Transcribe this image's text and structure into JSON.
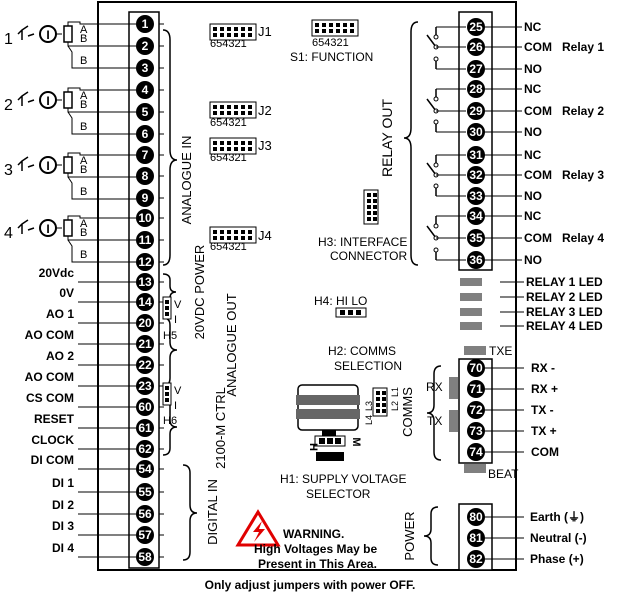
{
  "analogue_sensors": [
    {
      "num": "1",
      "a": "A",
      "b1": "B",
      "b2": "B"
    },
    {
      "num": "2",
      "a": "A",
      "b1": "B",
      "b2": "B"
    },
    {
      "num": "3",
      "a": "A",
      "b1": "B",
      "b2": "B"
    },
    {
      "num": "4",
      "a": "A",
      "b1": "B",
      "b2": "B"
    }
  ],
  "left_terminals": [
    "1",
    "2",
    "3",
    "4",
    "5",
    "6",
    "7",
    "8",
    "9",
    "10",
    "11",
    "12",
    "13",
    "14",
    "20",
    "21",
    "22",
    "23",
    "60",
    "61",
    "62",
    "54",
    "55",
    "56",
    "57",
    "58"
  ],
  "left_labels": {
    "v20": "20Vdc",
    "v0": "0V",
    "ao1": "AO 1",
    "aocom1": "AO COM",
    "ao2": "AO 2",
    "aocom2": "AO COM",
    "cscom": "CS COM",
    "reset": "RESET",
    "clock": "CLOCK",
    "dicom": "DI COM",
    "di1": "DI 1",
    "di2": "DI 2",
    "di3": "DI 3",
    "di4": "DI 4"
  },
  "groups": {
    "analogue_in": "ANALOGUE IN",
    "power_20vdc": "20VDC POWER",
    "analogue_out": "ANALOGUE OUT",
    "ctrl_2100m": "2100-M CTRL",
    "digital_in": "DIGITAL IN",
    "relay_out": "RELAY OUT",
    "comms": "COMMS",
    "power": "POWER"
  },
  "headers": {
    "j1": "J1",
    "j2": "J2",
    "j3": "J3",
    "j4": "J4",
    "pins": "654321",
    "s1_pins": "654321",
    "s1": "S1: FUNCTION",
    "h3_line1": "H3: INTERFACE",
    "h3_line2": "CONNECTOR",
    "h4": "H4: HI LO",
    "h5": "H5",
    "h6": "H6",
    "v": "V",
    "i": "I",
    "h2_line1": "H2: COMMS",
    "h2_line2": "SELECTION",
    "l1": "L1",
    "l2": "L2",
    "l3": "L3",
    "l4": "L4",
    "rx": "RX",
    "tx": "TX",
    "txe": "TXE",
    "beat": "BEAT",
    "h1_line1": "H1: SUPPLY VOLTAGE",
    "h1_line2": "SELECTOR",
    "h1_h": "H",
    "h1_m": "M"
  },
  "relays": [
    {
      "terms": [
        "25",
        "26",
        "27"
      ],
      "nc": "NC",
      "com": "COM",
      "no": "NO",
      "name": "Relay 1"
    },
    {
      "terms": [
        "28",
        "29",
        "30"
      ],
      "nc": "NC",
      "com": "COM",
      "no": "NO",
      "name": "Relay 2"
    },
    {
      "terms": [
        "31",
        "32",
        "33"
      ],
      "nc": "NC",
      "com": "COM",
      "no": "NO",
      "name": "Relay 3"
    },
    {
      "terms": [
        "34",
        "35",
        "36"
      ],
      "nc": "NC",
      "com": "COM",
      "no": "NO",
      "name": "Relay 4"
    }
  ],
  "relay_leds": [
    "RELAY 1 LED",
    "RELAY 2 LED",
    "RELAY 3 LED",
    "RELAY 4 LED"
  ],
  "comms_terms": [
    {
      "num": "70",
      "label": "RX -"
    },
    {
      "num": "71",
      "label": "RX +"
    },
    {
      "num": "72",
      "label": "TX -"
    },
    {
      "num": "73",
      "label": "TX +"
    },
    {
      "num": "74",
      "label": "COM"
    }
  ],
  "power_terms": [
    {
      "num": "80",
      "label": "Earth (⏚)"
    },
    {
      "num": "81",
      "label": "Neutral (-)"
    },
    {
      "num": "82",
      "label": "Phase  (+)"
    }
  ],
  "warning": {
    "title": "WARNING.",
    "line1": "High Voltages May be",
    "line2": "Present in This Area."
  },
  "footer": "Only adjust jumpers with power OFF.",
  "colors": {
    "line": "#000000",
    "bar": "#808080",
    "warning": "#e00000"
  }
}
